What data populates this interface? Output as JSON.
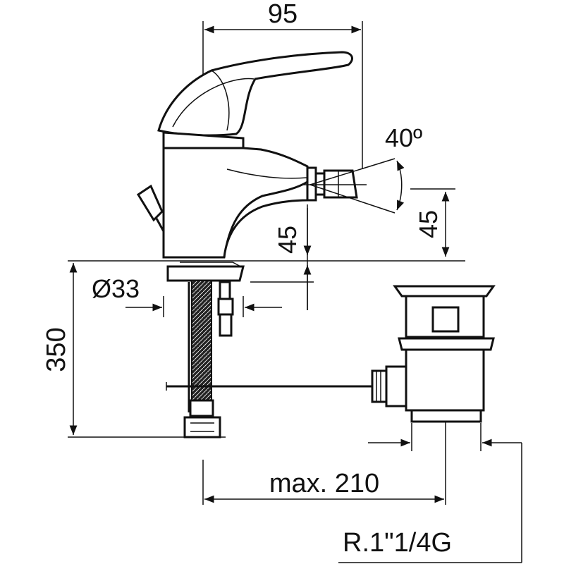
{
  "dimensions": {
    "width_top": "95",
    "angle": "40º",
    "height_right": "45",
    "height_inner": "45",
    "diameter": "Ø33",
    "total_height": "350",
    "max_distance": "max. 210",
    "thread": "R.1\"1/4G"
  }
}
